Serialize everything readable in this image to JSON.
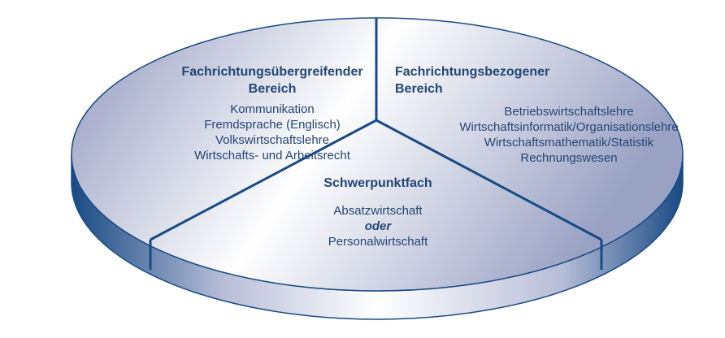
{
  "colors": {
    "edge": "#184a84",
    "text": "#234675",
    "surface_dark": "#8f97bd",
    "surface_light": "#ffffff"
  },
  "segments": [
    {
      "title": "Fachrichtungsübergreifender",
      "title2": "Bereich",
      "items": [
        "Kommunikation",
        "Fremdsprache (Englisch)",
        "Volkswirtschaftslehre",
        "Wirtschafts- und Arbeitsrecht"
      ]
    },
    {
      "title": "Fachrichtungsbezogener",
      "title2": "Bereich",
      "items": [
        "Betriebswirtschaftslehre",
        "Wirtschaftsinformatik/Organisationslehre",
        "Wirtschaftsmathematik/Statistik",
        "Rechnungswesen"
      ]
    },
    {
      "title": "Schwerpunktfach",
      "items": [
        "Absatzwirtschaft",
        "oder",
        "Personalwirtschaft"
      ]
    }
  ]
}
